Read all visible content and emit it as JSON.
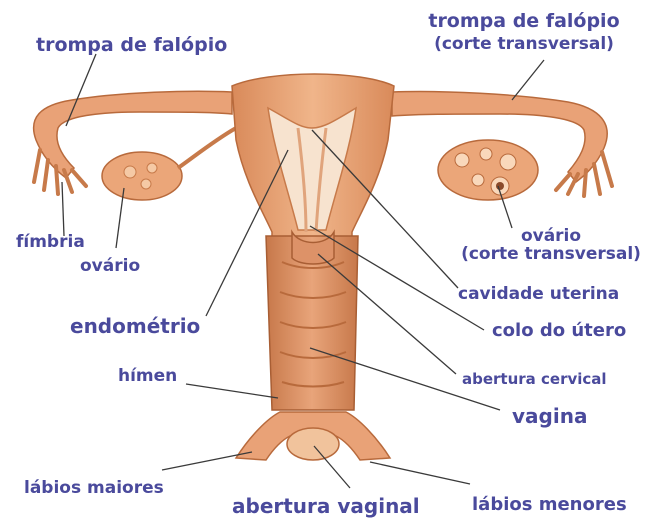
{
  "labels": {
    "trompa_left": "trompa de falópio",
    "trompa_right_1": "trompa de falópio",
    "trompa_right_2": "(corte transversal)",
    "fimbria": "fímbria",
    "ovario_left": "ovário",
    "ovario_right_1": "ovário",
    "ovario_right_2": "(corte transversal)",
    "cavidade": "cavidade uterina",
    "endometrio": "endométrio",
    "colo": "colo do útero",
    "himen": "hímen",
    "abertura_cervical": "abertura cervical",
    "vagina": "vagina",
    "labios_maiores": "lábios maiores",
    "abertura_vaginal": "abertura vaginal",
    "labios_menores": "lábios menores"
  },
  "colors": {
    "label_text": "#4a4a9c",
    "leader_line": "#3a3a3a",
    "tissue": "#e9a277",
    "tissue_light": "#f5c9a5",
    "tissue_dark": "#b86a3c",
    "lumen": "#f7e3cf"
  }
}
